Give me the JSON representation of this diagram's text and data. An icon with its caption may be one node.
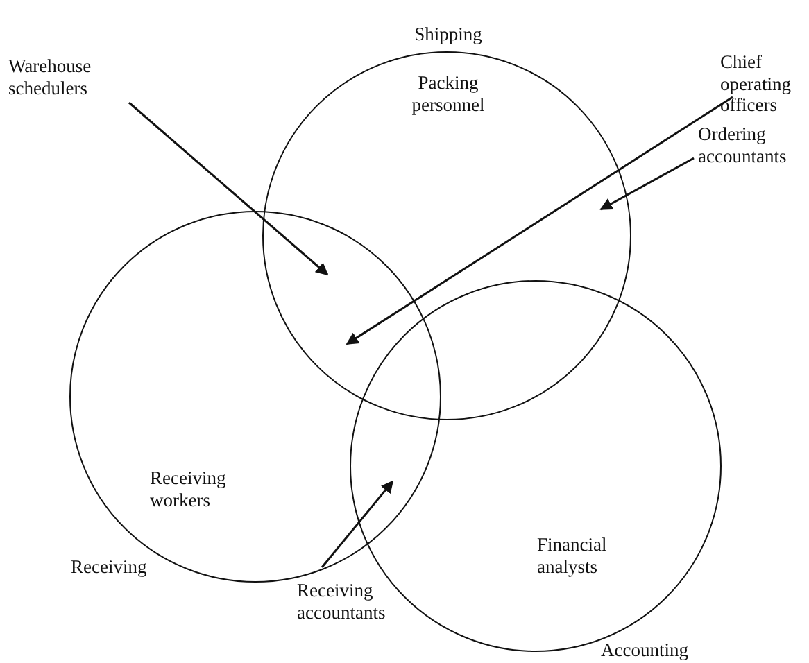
{
  "diagram": {
    "nodes": [
      {
        "text": [
          "Shipping",
          "Packing personnel"
        ]
      },
      {
        "text": [
          "Receiving workers",
          "Receiving"
        ]
      },
      {
        "text": [
          "Financial analysts",
          "Accounting"
        ]
      },
      {
        "text": [
          "Warehouse schedulers"
        ]
      },
      {
        "text": [
          "Chief operating officers"
        ]
      },
      {
        "text": [
          "Ordering accountants"
        ]
      },
      {
        "text": [
          "Receiving accountants"
        ]
      }
    ],
    "edges": [
      {
        "from": 3,
        "to": 0,
        "arrow": "to"
      },
      {
        "from": 4,
        "to": 0,
        "arrow": "to"
      },
      {
        "from": 5,
        "to": 0,
        "arrow": "to"
      },
      {
        "from": 6,
        "to": 1,
        "arrow": "to"
      }
    ]
  }
}
